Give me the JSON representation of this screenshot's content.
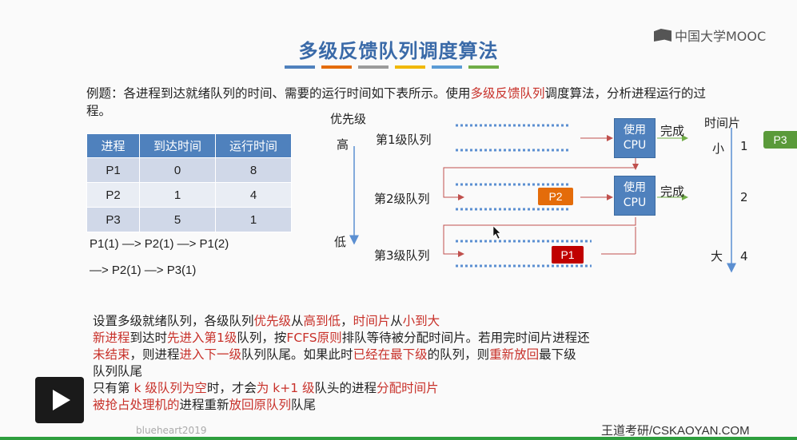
{
  "title": "多级反馈队列调度算法",
  "title_underline_colors": [
    "#4f81bd",
    "#e46c0a",
    "#9b9b9b",
    "#f0b800",
    "#5b9bd5",
    "#70ad47"
  ],
  "logo": "中国大学MOOC",
  "intro": {
    "part1": "例题：各进程到达就绪队列的时间、需要的运行时间如下表所示。使用",
    "highlight": "多级反馈队列",
    "part2": "调度算法，分析进程运行的过程。"
  },
  "table": {
    "headers": [
      "进程",
      "到达时间",
      "运行时间"
    ],
    "rows": [
      [
        "P1",
        "0",
        "8"
      ],
      [
        "P2",
        "1",
        "4"
      ],
      [
        "P3",
        "5",
        "1"
      ]
    ]
  },
  "sequence": {
    "line1": "P1(1) —> P2(1) —> P1(2)",
    "line2": "—> P2(1) —> P3(1)"
  },
  "diagram": {
    "priority_label": "优先级",
    "high": "高",
    "low": "低",
    "queues": [
      "第1级队列",
      "第2级队列",
      "第3级队列"
    ],
    "cpu_line1": "使用",
    "cpu_line2": "CPU",
    "done": "完成",
    "timeslice_label": "时间片",
    "small": "小",
    "large": "大",
    "slices": [
      "1",
      "2",
      "4"
    ],
    "p2_label": "P2",
    "p1_label": "P1",
    "p3_label": "P3",
    "colors": {
      "p2": "#e46c0a",
      "p1": "#c00000",
      "p3": "#5a9a3a",
      "cpu": "#4f81bd"
    }
  },
  "explanation": [
    [
      {
        "t": "设置多级就绪队列，各级队列"
      },
      {
        "t": "优先级",
        "r": true
      },
      {
        "t": "从"
      },
      {
        "t": "高到低",
        "r": true
      },
      {
        "t": "，"
      },
      {
        "t": "时间片",
        "r": true
      },
      {
        "t": "从"
      },
      {
        "t": "小到大",
        "r": true
      }
    ],
    [
      {
        "t": "新进程",
        "r": true
      },
      {
        "t": "到达时"
      },
      {
        "t": "先进入第1级",
        "r": true
      },
      {
        "t": "队列，按"
      },
      {
        "t": "FCFS原则",
        "r": true
      },
      {
        "t": "排队等待被分配时间片。若用完时间片进程还"
      }
    ],
    [
      {
        "t": "未结束",
        "r": true
      },
      {
        "t": "，则进程"
      },
      {
        "t": "进入下一级",
        "r": true
      },
      {
        "t": "队列队尾。如果此时"
      },
      {
        "t": "已经在最下级",
        "r": true
      },
      {
        "t": "的队列，则"
      },
      {
        "t": "重新放回",
        "r": true
      },
      {
        "t": "最下级"
      }
    ],
    [
      {
        "t": "队列队尾"
      }
    ],
    [
      {
        "t": "只有第 "
      },
      {
        "t": "k 级队列为空",
        "r": true
      },
      {
        "t": "时，才会"
      },
      {
        "t": "为 k+1 级",
        "r": true
      },
      {
        "t": "队头的进程"
      },
      {
        "t": "分配时间片",
        "r": true
      }
    ],
    [
      {
        "t": "被抢占处理机的",
        "r": true
      },
      {
        "t": "进程重新"
      },
      {
        "t": "放回原队列",
        "r": true
      },
      {
        "t": "队尾"
      }
    ]
  ],
  "watermark": "blueheart2019",
  "footer": "王道考研/CSKAOYAN.COM"
}
